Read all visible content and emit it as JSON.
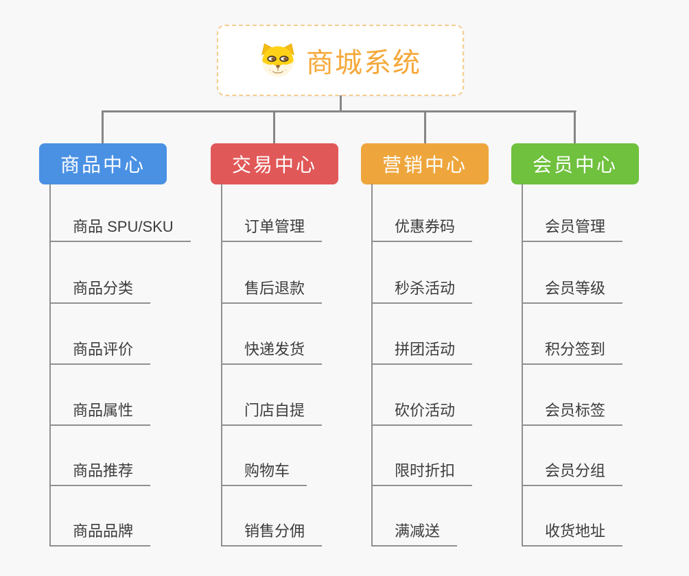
{
  "root": {
    "title": "商城系统",
    "icon": "dog-face-icon",
    "text_color": "#f5a83a",
    "border_color": "#f4cd8e"
  },
  "branches": [
    {
      "label": "商品中心",
      "color": "#4a91e4",
      "items": [
        "商品 SPU/SKU",
        "商品分类",
        "商品评价",
        "商品属性",
        "商品推荐",
        "商品品牌"
      ]
    },
    {
      "label": "交易中心",
      "color": "#e15858",
      "items": [
        "订单管理",
        "售后退款",
        "快递发货",
        "门店自提",
        "购物车",
        "销售分佣"
      ]
    },
    {
      "label": "营销中心",
      "color": "#eea63c",
      "items": [
        "优惠券码",
        "秒杀活动",
        "拼团活动",
        "砍价活动",
        "限时折扣",
        "满减送"
      ]
    },
    {
      "label": "会员中心",
      "color": "#6fc13e",
      "items": [
        "会员管理",
        "会员等级",
        "积分签到",
        "会员标签",
        "会员分组",
        "收货地址"
      ]
    }
  ],
  "connector_color": "#868686",
  "background_color": "#f8f8f8"
}
